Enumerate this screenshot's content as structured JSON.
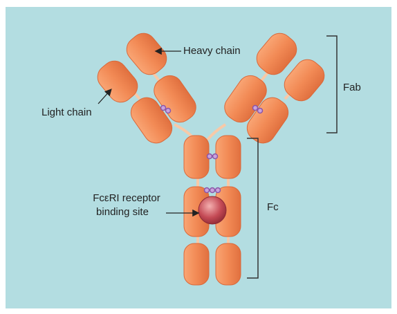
{
  "labels": {
    "heavy_chain": "Heavy chain",
    "light_chain": "Light chain",
    "fab": "Fab",
    "fc": "Fc",
    "receptor_line1": "FcεRI receptor",
    "receptor_line2": "binding site"
  },
  "colors": {
    "background": "#b3dde1",
    "domain_fill": "#f28a55",
    "domain_stroke": "#d9683a",
    "disulfide": "#a070b8",
    "binding_site": "#c44a55",
    "text": "#222222"
  }
}
